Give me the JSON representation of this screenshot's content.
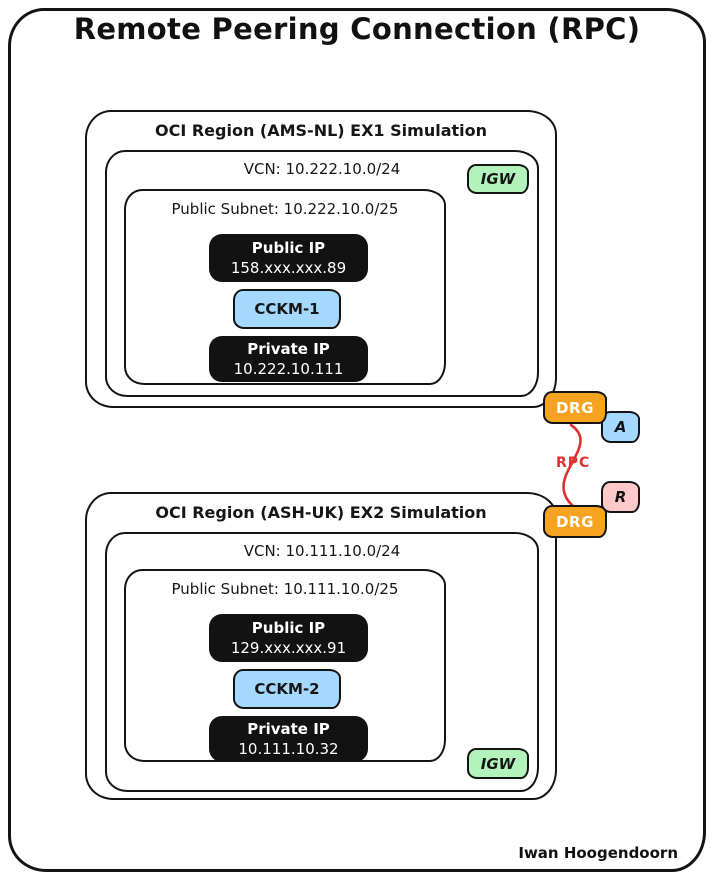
{
  "title": "Remote Peering Connection (RPC)",
  "signature": "Iwan Hoogendoorn",
  "rpc_label": "RPC",
  "regions": [
    {
      "title": "OCI Region (AMS-NL) EX1 Simulation",
      "vcn_label": "VCN: 10.222.10.0/24",
      "igw_label": "IGW",
      "subnet_label": "Public Subnet: 10.222.10.0/25",
      "public_ip_title": "Public IP",
      "public_ip_value": "158.xxx.xxx.89",
      "instance_label": "CCKM-1",
      "private_ip_title": "Private IP",
      "private_ip_value": "10.222.10.111",
      "drg_label": "DRG",
      "attach_label": "A"
    },
    {
      "title": "OCI Region (ASH-UK) EX2 Simulation",
      "vcn_label": "VCN: 10.111.10.0/24",
      "igw_label": "IGW",
      "subnet_label": "Public Subnet: 10.111.10.0/25",
      "public_ip_title": "Public IP",
      "public_ip_value": "129.xxx.xxx.91",
      "instance_label": "CCKM-2",
      "private_ip_title": "Private IP",
      "private_ip_value": "10.111.10.32",
      "drg_label": "DRG",
      "attach_label": "R"
    }
  ],
  "colors": {
    "igw_fill": "#b2f2bb",
    "instance_fill": "#a5d8ff",
    "drg_fill": "#f6a321",
    "attach_a_fill": "#a5d8ff",
    "attach_r_fill": "#ffc9c9",
    "ip_box_fill": "#121212",
    "rpc_line": "#e03131",
    "border": "#141414"
  }
}
